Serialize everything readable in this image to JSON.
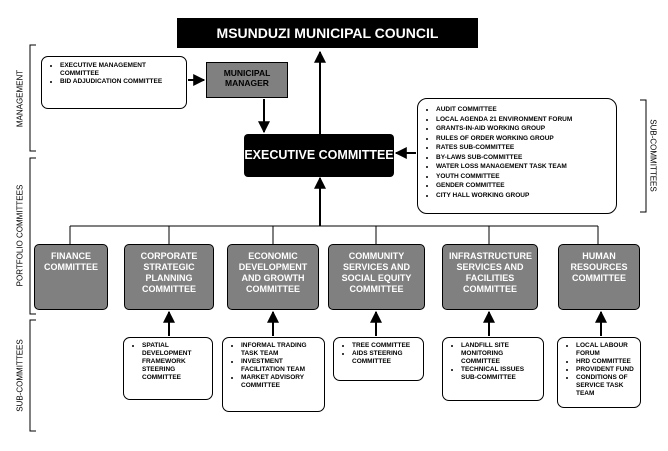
{
  "council": "MSUNDUZI MUNICIPAL COUNCIL",
  "municipal_manager": "MUNICIPAL MANAGER",
  "executive_committee": "EXECUTIVE COMMITTEE",
  "management_notes": [
    "EXECUTIVE MANAGEMENT COMMITTEE",
    "BID ADJUDICATION COMMITTEE"
  ],
  "exec_subcommittees": [
    "AUDIT COMMITTEE",
    "LOCAL AGENDA 21 ENVIRONMENT FORUM",
    "GRANTS-IN-AID WORKING GROUP",
    "RULES OF ORDER WORKING GROUP",
    "RATES SUB-COMMITTEE",
    "BY-LAWS SUB-COMMITTEE",
    "WATER LOSS MANAGEMENT TASK TEAM",
    "YOUTH COMMITTEE",
    "GENDER COMMITTEE",
    "CITY HALL WORKING GROUP"
  ],
  "portfolio_committees": [
    {
      "label": "FINANCE COMMITTEE",
      "sub": []
    },
    {
      "label": "CORPORATE STRATEGIC PLANNING COMMITTEE",
      "sub": [
        "SPATIAL DEVELOPMENT FRAMEWORK STEERING COMMITTEE"
      ]
    },
    {
      "label": "ECONOMIC DEVELOPMENT AND GROWTH COMMITTEE",
      "sub": [
        "INFORMAL TRADING TASK TEAM",
        "INVESTMENT FACILITATION TEAM",
        "MARKET ADVISORY COMMITTEE"
      ]
    },
    {
      "label": "COMMUNITY SERVICES AND SOCIAL EQUITY COMMITTEE",
      "sub": [
        "TREE COMMITTEE",
        "AIDS STEERING COMMITTEE"
      ]
    },
    {
      "label": "INFRASTRUCTURE SERVICES AND FACILITIES COMMITTEE",
      "sub": [
        "LANDFILL SITE MONITORING COMMITTEE",
        "TECHNICAL ISSUES SUB-COMMITTEE"
      ]
    },
    {
      "label": "HUMAN RESOURCES COMMITTEE",
      "sub": [
        "LOCAL LABOUR FORUM",
        "HRD COMMITTEE",
        "PROVIDENT FUND",
        "CONDITIONS OF SERVICE TASK TEAM"
      ]
    }
  ],
  "side_labels": {
    "management": "MANAGEMENT",
    "portfolio": "PORTFOLIO COMMITTEES",
    "sub_left": "SUB-COMMITTEES",
    "sub_right": "SUB-COMMITTEES"
  }
}
